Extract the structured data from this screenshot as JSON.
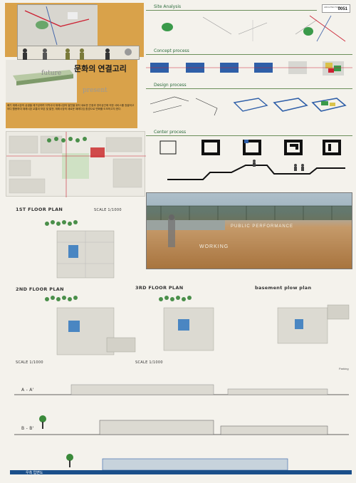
{
  "header": {
    "code_label": "0051",
    "code_sub": "ARCHITECTURE"
  },
  "sections": {
    "site_analysis": "Site Analysis",
    "concept_process": "Concept process",
    "design_process": "Design process",
    "center_process": "Center process"
  },
  "hero": {
    "title_kr": "문화의 연결고리",
    "word_future": "future",
    "word_present": "present",
    "description_kr": "폐기 재래시장의 상생을 제구성하며 지역사이 재래시장의 발전을 위치 새로운 관광과 영리공간에 의한 서비스를 창출하고 어디 활용하여 재래시장 교통이 보존 및 발전, 재래시장의 새로운 패래다임 환경으로 변화를 도모하고자 한다."
  },
  "floor_plans": {
    "first": "1ST FLOOR PLAN",
    "second": "2ND FLOOR PLAN",
    "third": "3RD FLOOR PLAN",
    "basement": "basement plow plan",
    "scale_top": "SCALE 1/1000",
    "scale_bottom": "SCALE 1/1000"
  },
  "render": {
    "label_top": "PUBLIC PERFORMANCE",
    "label_bottom": "WORKING"
  },
  "sections_cut": {
    "aa": "A - A'",
    "bb": "B - B'",
    "elev": "우측 입면도",
    "parking": "Parking"
  }
}
